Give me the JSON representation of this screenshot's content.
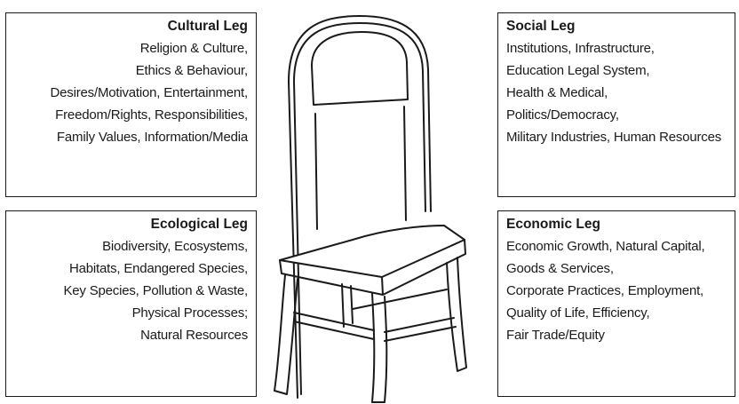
{
  "cultural": {
    "title": "Cultural Leg",
    "items": [
      "Religion & Culture,",
      "Ethics & Behaviour,",
      "Desires/Motivation, Entertainment,",
      "Freedom/Rights, Responsibilities,",
      "Family Values, Information/Media"
    ]
  },
  "ecological": {
    "title": "Ecological Leg",
    "items": [
      "Biodiversity, Ecosystems,",
      "Habitats, Endangered Species,",
      "Key Species, Pollution & Waste,",
      "Physical Processes;",
      "Natural Resources"
    ]
  },
  "social": {
    "title": "Social Leg",
    "items": [
      "Institutions, Infrastructure,",
      "Education Legal System,",
      "Health & Medical,",
      "Politics/Democracy,",
      "Military Industries, Human Resources"
    ]
  },
  "economic": {
    "title": "Economic Leg",
    "items": [
      "Economic Growth, Natural Capital,",
      "Goods & Services,",
      "Corporate Practices, Employment,",
      "Quality of Life, Efficiency,",
      "Fair Trade/Equity"
    ]
  },
  "colors": {
    "line": "#1a1a1a",
    "background": "#ffffff"
  }
}
